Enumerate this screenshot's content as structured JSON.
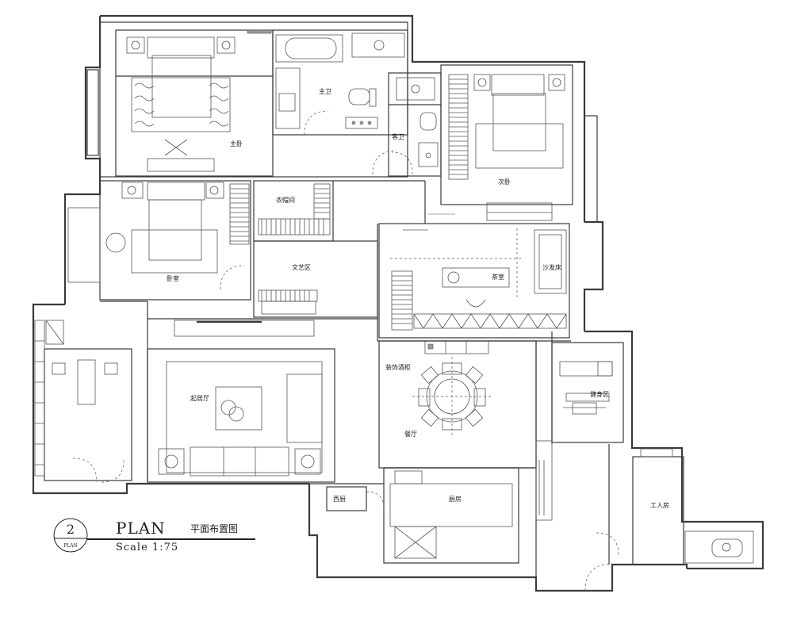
{
  "plan": {
    "number": "2",
    "number_sub": "PLAN",
    "title": "PLAN",
    "title_zh": "平面布置图",
    "scale": "Scale 1:75"
  },
  "rooms": {
    "master_bedroom": "主卧",
    "master_bath": "主卫",
    "guest_bath": "客卫",
    "second_bedroom": "次卧",
    "cloakroom": "衣帽间",
    "bedroom": "卧室",
    "study": "文艺区",
    "tea_room": "茶室",
    "sofa_bed": "沙发床",
    "living": "起居厅",
    "dining": "餐厅",
    "display_cabinet": "装饰酒柜",
    "gym": "健身区",
    "kitchen": "厨房",
    "western_kitchen": "西厨",
    "servant_room": "工人房"
  }
}
